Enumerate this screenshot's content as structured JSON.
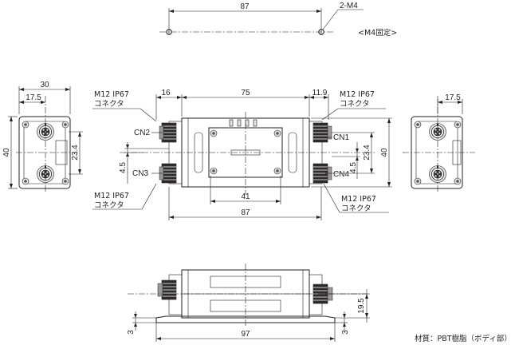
{
  "top_view": {
    "dims": {
      "width": "87",
      "holes": "2-M4"
    },
    "note": "<M4固定>"
  },
  "left_view": {
    "dims": {
      "width": "30",
      "half": "17.5",
      "height": "40",
      "pitch": "23.4"
    }
  },
  "front_view": {
    "dims": {
      "left_connector": "16",
      "body": "75",
      "right_connector": "11.9",
      "height": "40",
      "offset_left": "4.5",
      "offset_right": "4.5",
      "pitch_right": "23.4",
      "hole_pitch": "41",
      "overall": "87"
    },
    "ports": {
      "cn1": "CN1",
      "cn2": "CN2",
      "cn3": "CN3",
      "cn4": "CN4"
    },
    "connector_labels": {
      "top_left": [
        "M12 IP67",
        "コネクタ"
      ],
      "top_right": [
        "M12 IP67",
        "コネクタ"
      ],
      "bottom_left": [
        "M12 IP67",
        "コネクタ"
      ],
      "bottom_right": [
        "M12 IP67",
        "コネクタ"
      ]
    }
  },
  "right_view": {
    "dims": {
      "half": "17.5"
    }
  },
  "bottom_view": {
    "dims": {
      "height": "19.5",
      "base_left": "3",
      "base_right": "3",
      "overall": "97"
    }
  },
  "material_note": "材質：PBT樹脂（ボディ部）"
}
